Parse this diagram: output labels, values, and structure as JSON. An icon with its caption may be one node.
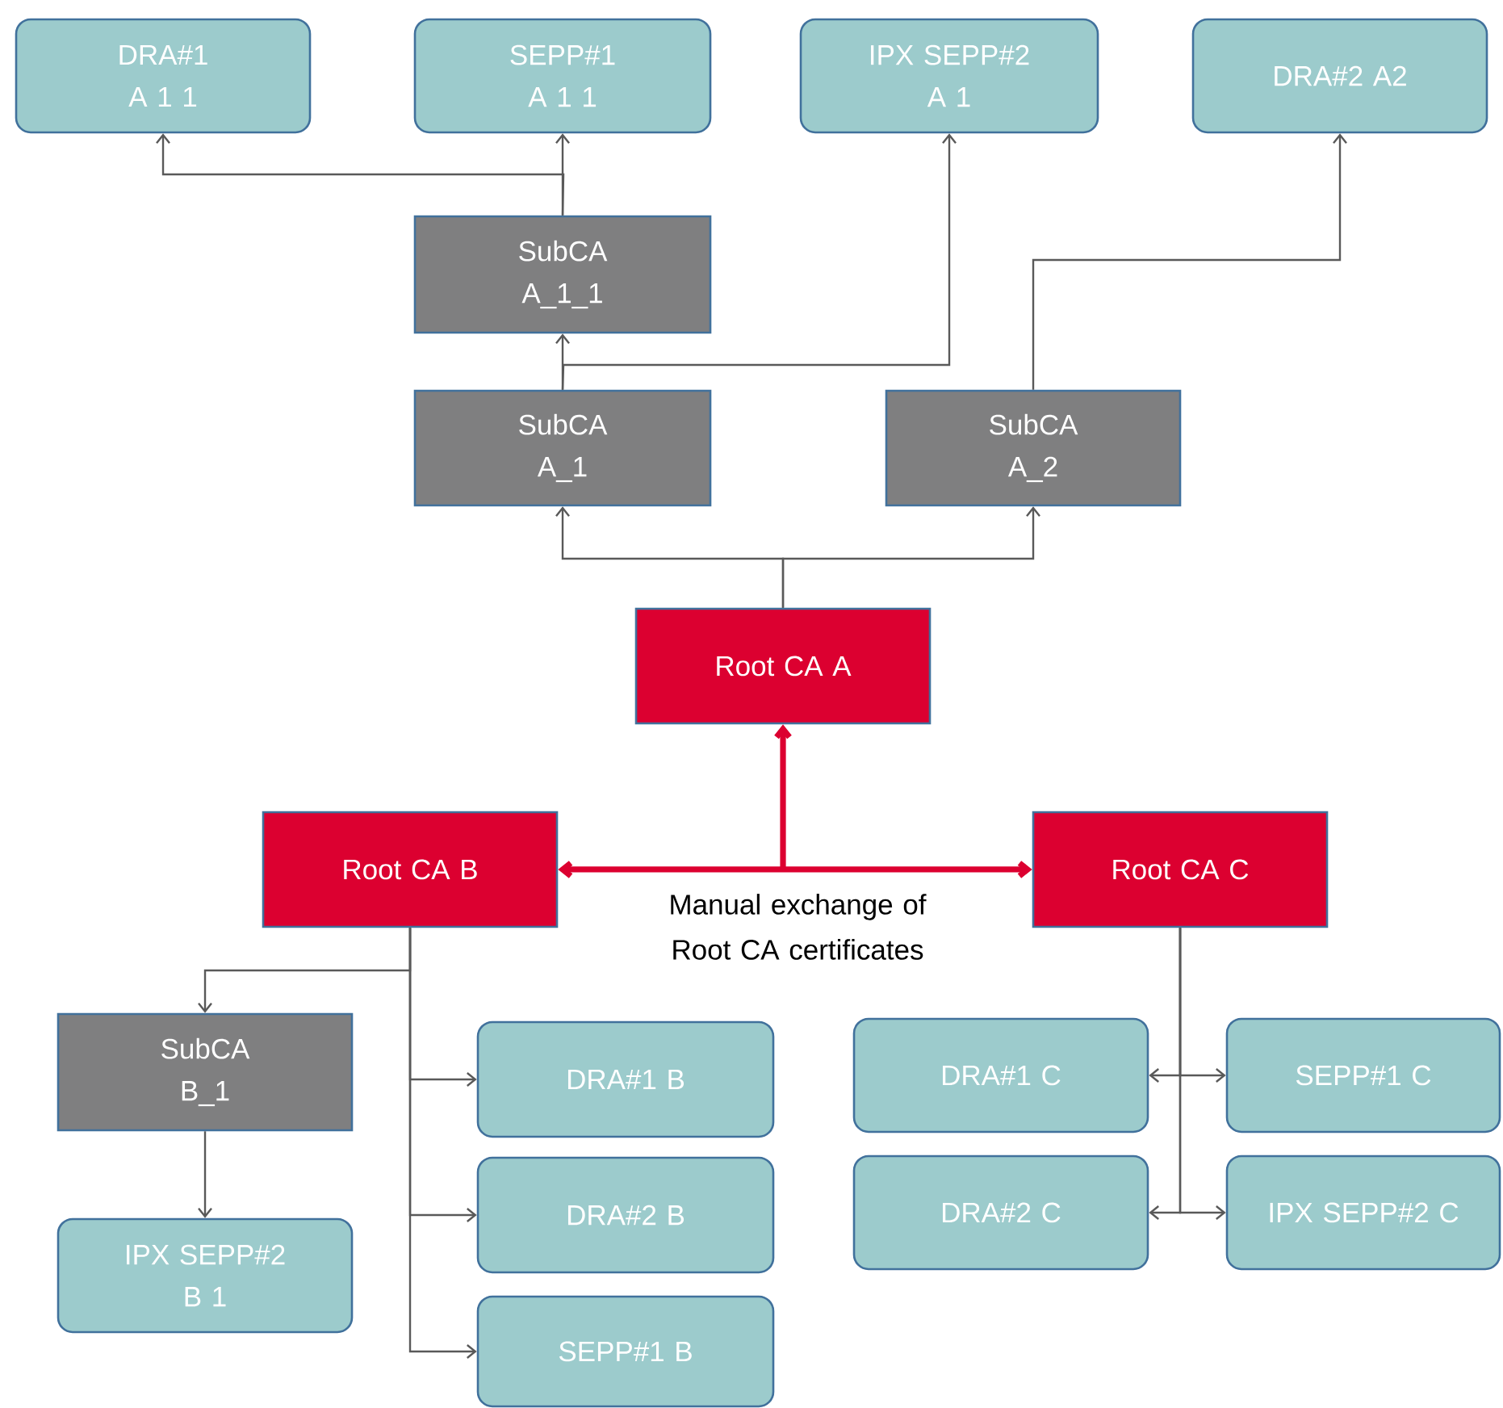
{
  "diagram": {
    "nodes": [
      {
        "text": [
          "DRA#1 A 1 1"
        ]
      },
      {
        "text": [
          "SEPP#1 A 1 1"
        ]
      },
      {
        "text": [
          "IPX SEPP#2 A 1"
        ]
      },
      {
        "text": [
          "DRA#2 A2"
        ]
      },
      {
        "text": [
          "SubCA A_1_1"
        ]
      },
      {
        "text": [
          "SubCA A_1"
        ]
      },
      {
        "text": [
          "SubCA A_2"
        ]
      },
      {
        "text": [
          "Root CA A"
        ]
      },
      {
        "text": [
          "Root CA B"
        ]
      },
      {
        "text": [
          "Root CA C"
        ]
      },
      {
        "text": [
          "SubCA B_1"
        ]
      },
      {
        "text": [
          "IPX SEPP#2 B 1"
        ]
      },
      {
        "text": [
          "DRA#1 B"
        ]
      },
      {
        "text": [
          "DRA#2 B"
        ]
      },
      {
        "text": [
          "SEPP#1 B"
        ]
      },
      {
        "text": [
          "DRA#1 C"
        ]
      },
      {
        "text": [
          "SEPP#1 C"
        ]
      },
      {
        "text": [
          "DRA#2 C"
        ]
      },
      {
        "text": [
          "IPX SEPP#2 C"
        ]
      }
    ],
    "edges": [
      {
        "from": 4,
        "to": 0,
        "arrow": "to"
      },
      {
        "from": 4,
        "to": 1,
        "arrow": "to"
      },
      {
        "from": 5,
        "to": 4,
        "arrow": "to"
      },
      {
        "from": 5,
        "to": 2,
        "arrow": "to"
      },
      {
        "from": 6,
        "to": 3,
        "arrow": "to"
      },
      {
        "from": 7,
        "to": 5,
        "arrow": "to"
      },
      {
        "from": 7,
        "to": 6,
        "arrow": "to"
      },
      {
        "from": 8,
        "to": 9,
        "arrow": "both",
        "label": "Manual exchange of Root CA certificates",
        "style": "thick",
        "color": "#dc0030"
      },
      {
        "from": null,
        "to": 7,
        "arrow": "to",
        "style": "thick",
        "color": "#dc0030"
      },
      {
        "from": 8,
        "to": 10,
        "arrow": "to"
      },
      {
        "from": 8,
        "to": 12,
        "arrow": "to"
      },
      {
        "from": 8,
        "to": 13,
        "arrow": "to"
      },
      {
        "from": 8,
        "to": 14,
        "arrow": "to"
      },
      {
        "from": 10,
        "to": 11,
        "arrow": "to"
      },
      {
        "from": 9,
        "to": 15,
        "arrow": "to"
      },
      {
        "from": 9,
        "to": 16,
        "arrow": "to"
      },
      {
        "from": 9,
        "to": 17,
        "arrow": "to"
      },
      {
        "from": 9,
        "to": 18,
        "arrow": "to"
      }
    ]
  }
}
